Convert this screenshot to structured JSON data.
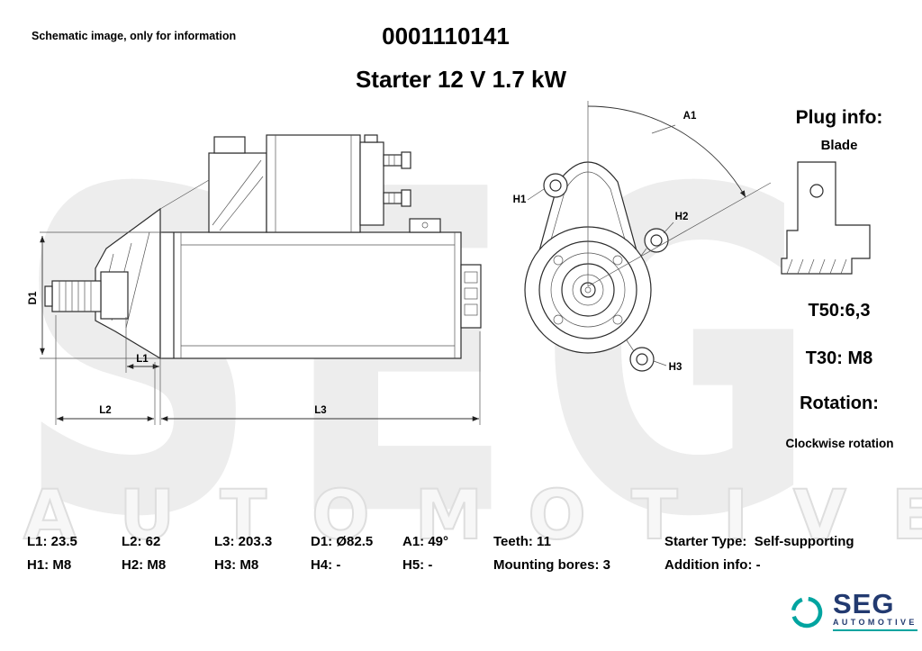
{
  "header": {
    "disclaimer": "Schematic image, only for information",
    "part_number": "0001110141",
    "title": "Starter 12 V 1.7 kW"
  },
  "plug_info": {
    "heading": "Plug info:",
    "type": "Blade",
    "t50": "T50:6,3",
    "t30": "T30: M8",
    "rotation_heading": "Rotation:",
    "rotation": "Clockwise rotation"
  },
  "drawing_labels": {
    "d1": "D1",
    "l1": "L1",
    "l2": "L2",
    "l3": "L3",
    "h1": "H1",
    "h2": "H2",
    "h3": "H3",
    "a1": "A1"
  },
  "watermark": {
    "word": "SEG",
    "subword": "AUTOMOTIVE"
  },
  "specs": {
    "row1": [
      "L1: 23.5",
      "L2: 62",
      "L3: 203.3",
      "D1: Ø82.5",
      "A1: 49°",
      "Teeth: 11",
      "Starter Type:  Self-supporting"
    ],
    "row2": [
      "H1: M8",
      "H2: M8",
      "H3: M8",
      "H4: -",
      "H5: -",
      "Mounting bores: 3",
      "Addition info: -"
    ]
  },
  "logo": {
    "brand": "SEG",
    "division": "AUTOMOTIVE"
  },
  "colors": {
    "accent_teal": "#00a4a0",
    "brand_blue": "#223a70"
  }
}
